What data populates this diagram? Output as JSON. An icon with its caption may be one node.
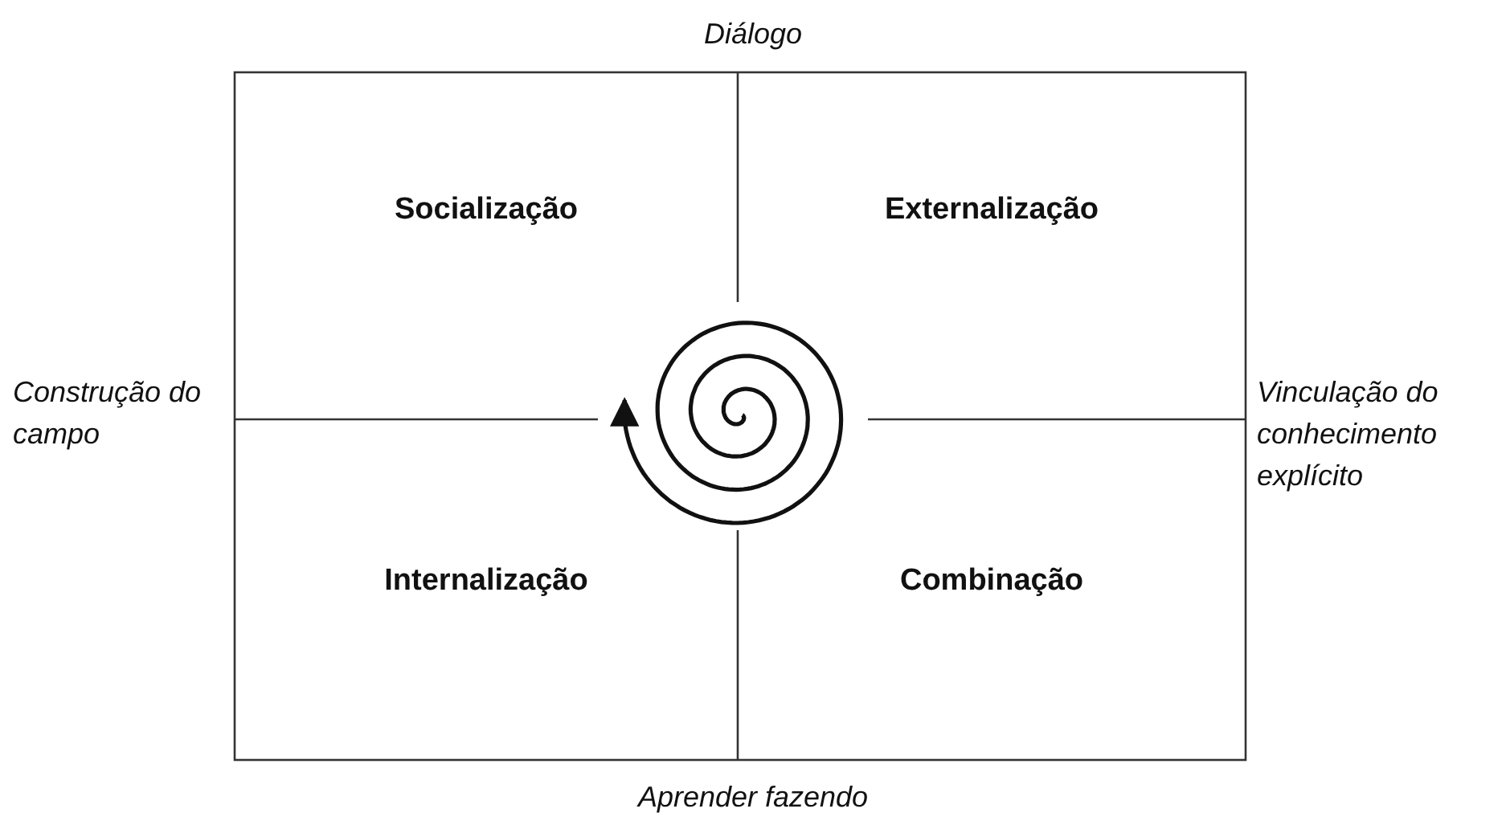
{
  "diagram": {
    "nodes": [
      {
        "text": [
          "Socialização"
        ]
      },
      {
        "text": [
          "Externalização"
        ]
      },
      {
        "text": [
          "Internalização"
        ]
      },
      {
        "text": [
          "Combinação"
        ]
      }
    ],
    "labels": [
      "Diálogo",
      "Construção do campo",
      "Vinculação do conhecimento explícito",
      "Aprender fazendo"
    ]
  }
}
